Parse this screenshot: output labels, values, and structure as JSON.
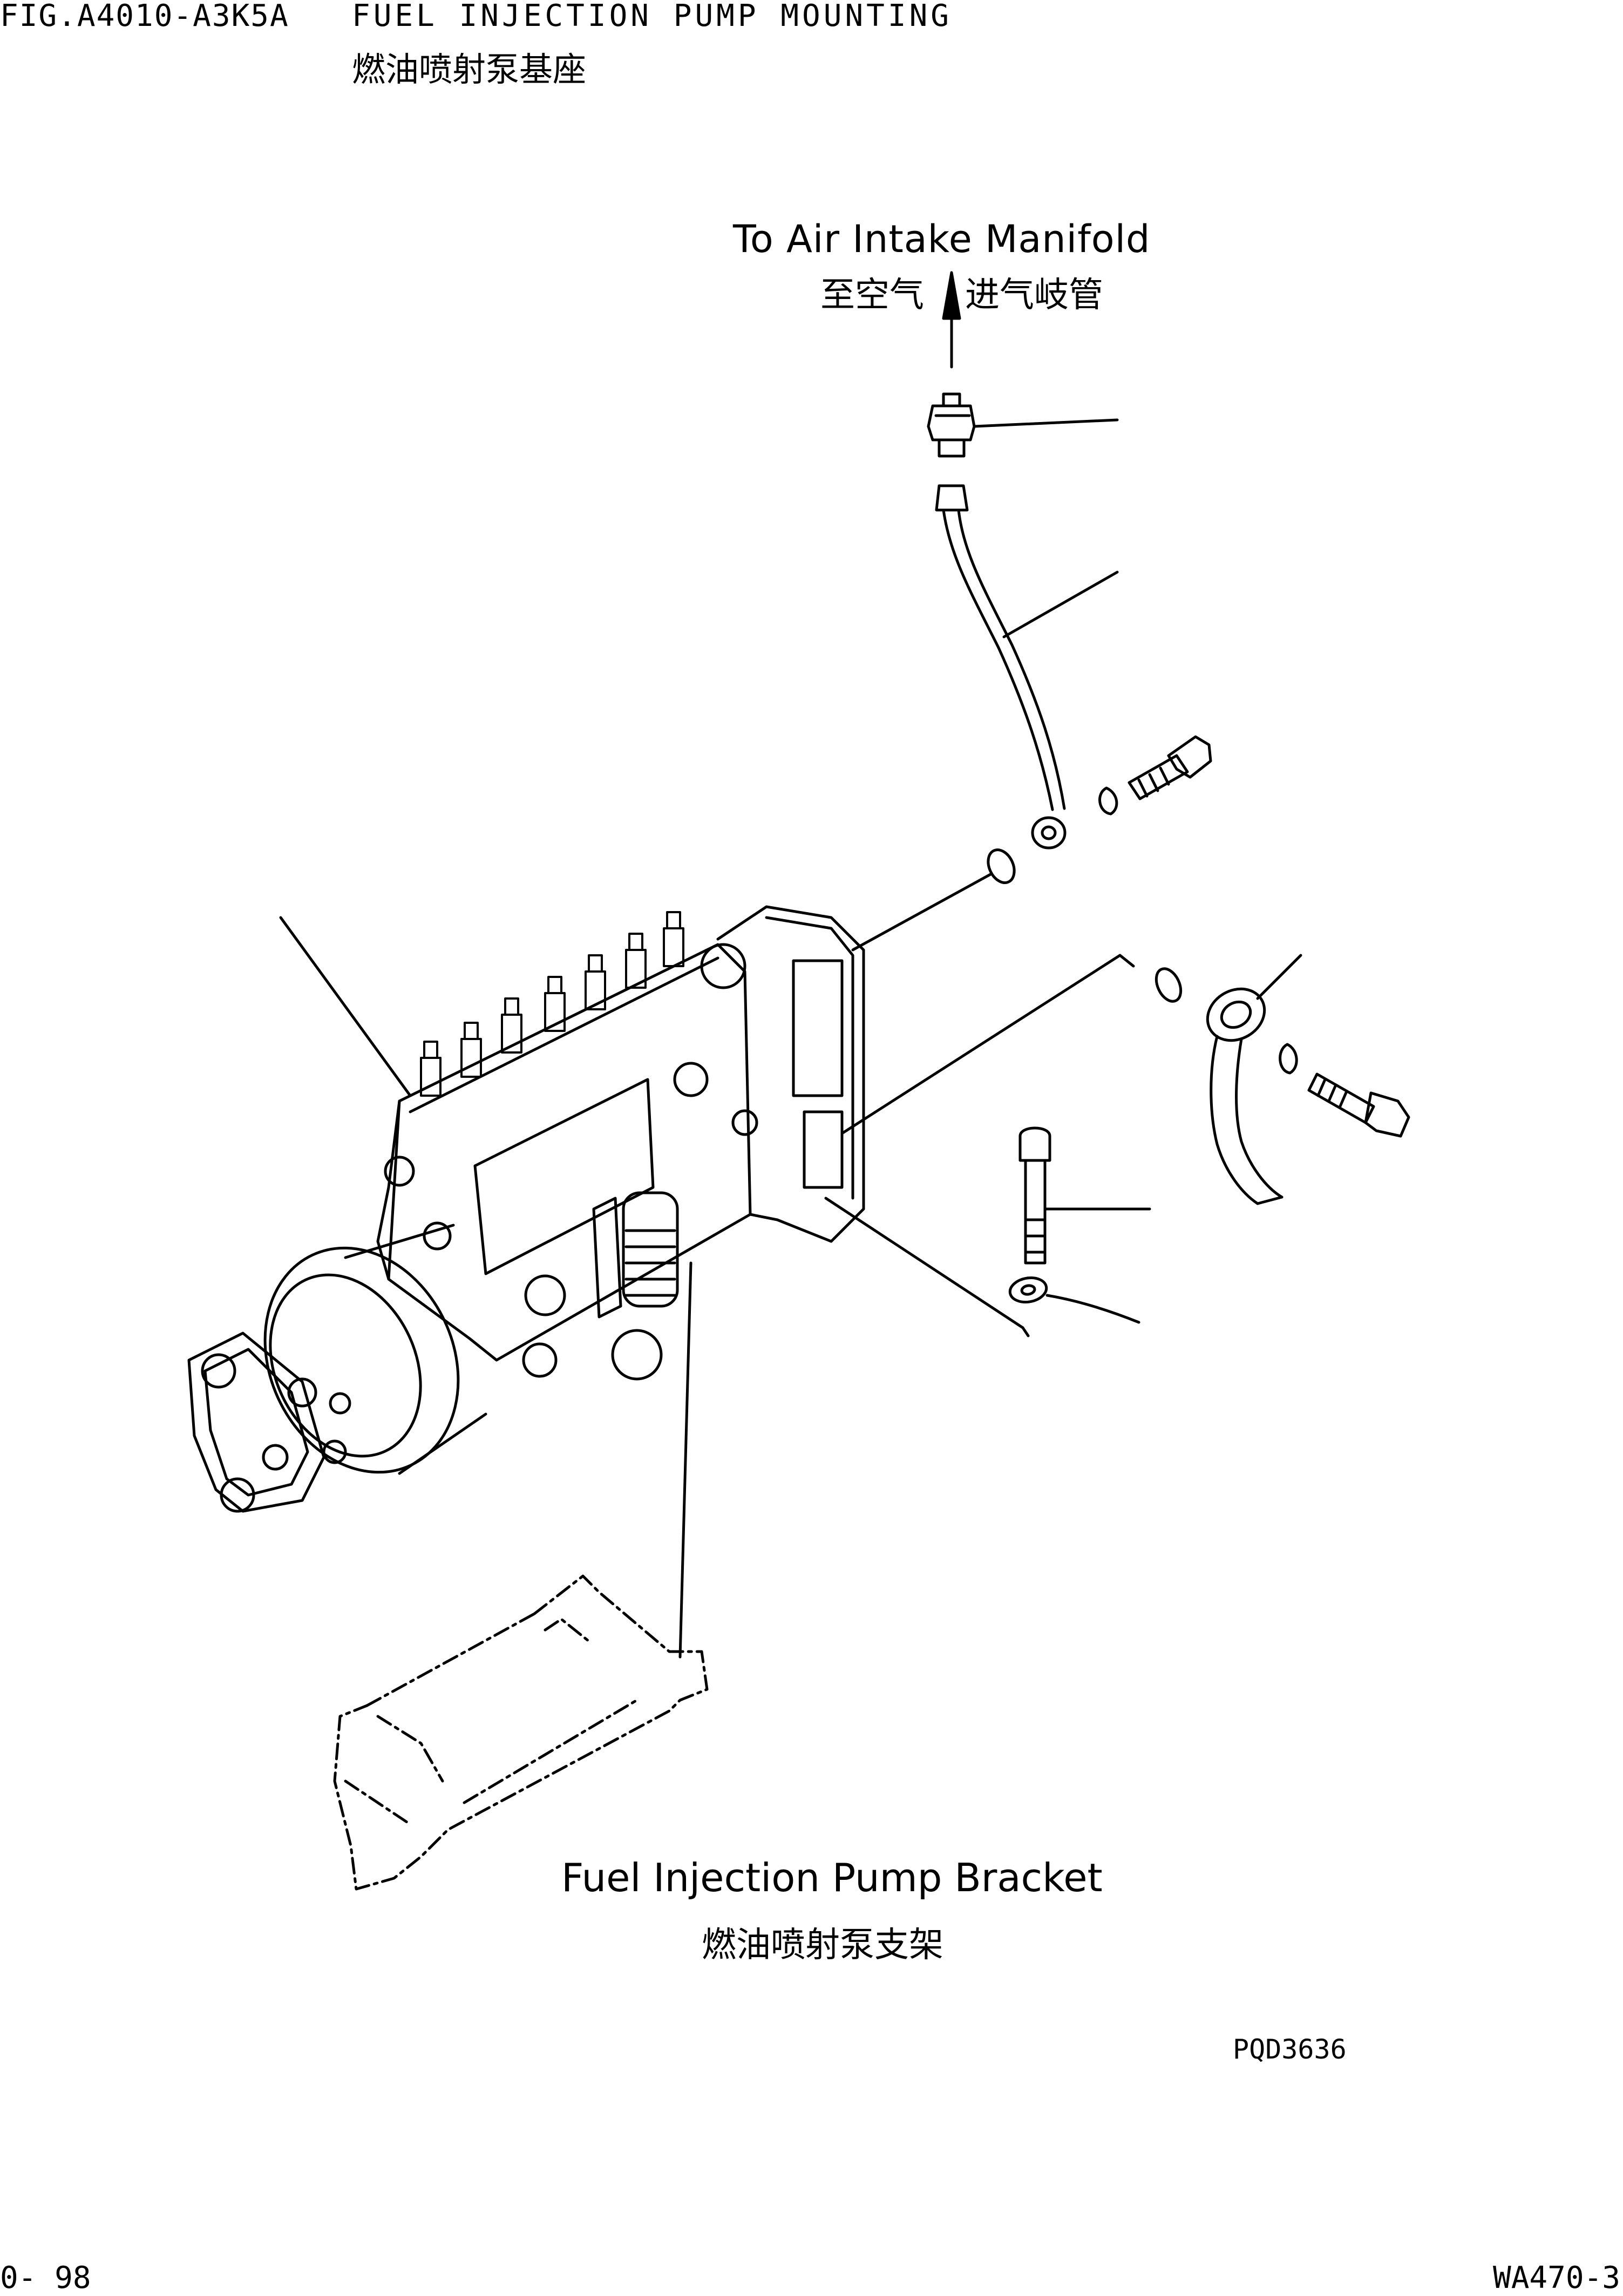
{
  "header": {
    "fig_code": "FIG.A4010-A3K5A",
    "title_en": "FUEL INJECTION PUMP MOUNTING",
    "title_cn": "燃油喷射泵基座"
  },
  "labels": {
    "air_intake_en": "To Air Intake Manifold",
    "air_intake_cn_left": "至空气",
    "air_intake_cn_right": "进气岐管",
    "bracket_en": "Fuel Injection Pump Bracket",
    "bracket_cn": "燃油喷射泵支架"
  },
  "drawing_code": "PQD3636",
  "footer": {
    "page": "0- 98",
    "model": "WA470-3"
  }
}
